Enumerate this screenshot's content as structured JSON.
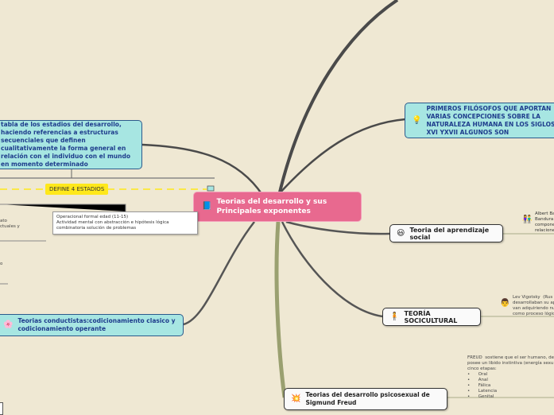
{
  "central": {
    "title": "Teorias del desarrollo y sus Principales exponentes",
    "icon": "book-icon"
  },
  "nodes": {
    "estadios": {
      "text": "tabla de los estadios del desarrollo, haciendo referencias a estructuras secuenciales que definen cualitativamente la forma general  en relación con el individuo con el mundo en momento determinado"
    },
    "define": {
      "text": "DEFINE 4 ESTADIOS"
    },
    "operacional": {
      "text": "Operacional formal edad (11-15)\nActividad mental con abstracción e hipótesis lógica combinatoria solución de problemas"
    },
    "left_fragment_1": "ato",
    "left_fragment_2": "ctuales  y",
    "left_fragment_3": "o",
    "conductistas": {
      "text": "Teorias conductistas:codicionamiento clasico y codicionamiento operante",
      "icon": "flower-icon"
    },
    "filosofos": {
      "text": "PRIMEROS FILÓSOFOS QUE APORTAN VARIAS CONCEPCIONES SOBRE LA NATURALEZA HUMANA EN LOS SIGLOS XVI YXVII ALGUNOS SON",
      "icon": "lightbulb-icon"
    },
    "aprendizaje": {
      "text": "Teoria del aprendizaje social",
      "icon": "smiley-icon"
    },
    "bandura": {
      "text": "Albert Ba\nBandura\ncompone\nrelacione",
      "icon": "people-icon"
    },
    "sociocultural": {
      "text": "TEORÍA SOCICULTURAL",
      "icon": "figure-icon"
    },
    "vigotsky": {
      "text": "Lev Vigotsky  (Rus\ndesarrollaban su ap\nvan adquiriendo nu\ncomo proceso lógic",
      "icon": "face-icon"
    },
    "freud": {
      "text": "Teorias del desarrollo psicosexual de Sigmund Freud",
      "icon": "explosion-icon"
    },
    "freud_note": {
      "intro": "FREUD  sostiene que el ser humano, de\nposee un libido instintiva (energía sexu\ncinco etapas:",
      "stages": [
        "Oral",
        "Anal",
        "Fálica",
        "Latencia",
        "Genital"
      ]
    }
  },
  "colors": {
    "central": "#e8698f",
    "cyan": "#a7e6e2",
    "yellow": "#ffe81a",
    "background": "#efe8d3"
  }
}
